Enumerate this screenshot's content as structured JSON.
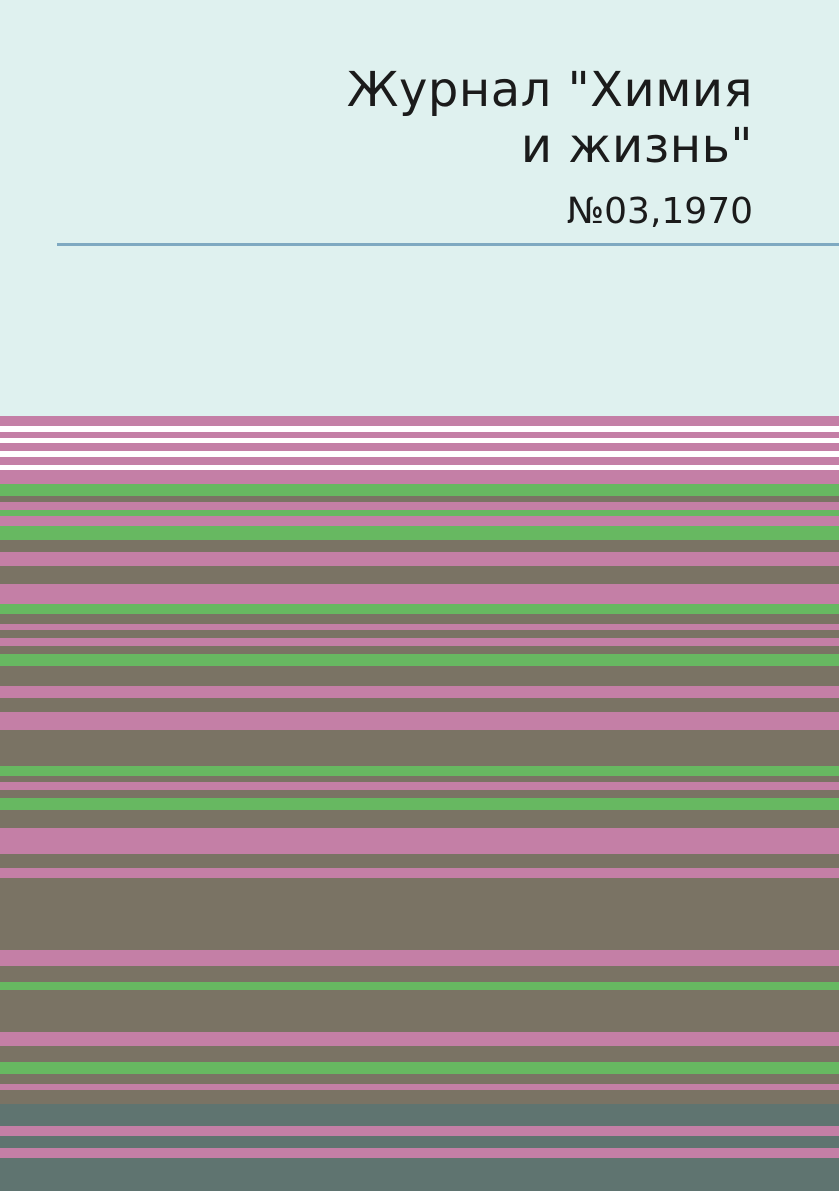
{
  "cover": {
    "title_line_1": "Журнал \"Химия",
    "title_line_2": "и жизнь\"",
    "issue": "№03,1970"
  },
  "colors": {
    "background": "#dff1ef",
    "rule": "#7fa9c1",
    "pink": "#c47fa6",
    "green": "#67b861",
    "brown": "#7a7364",
    "white": "#ffffff",
    "slate": "#5f7470"
  }
}
